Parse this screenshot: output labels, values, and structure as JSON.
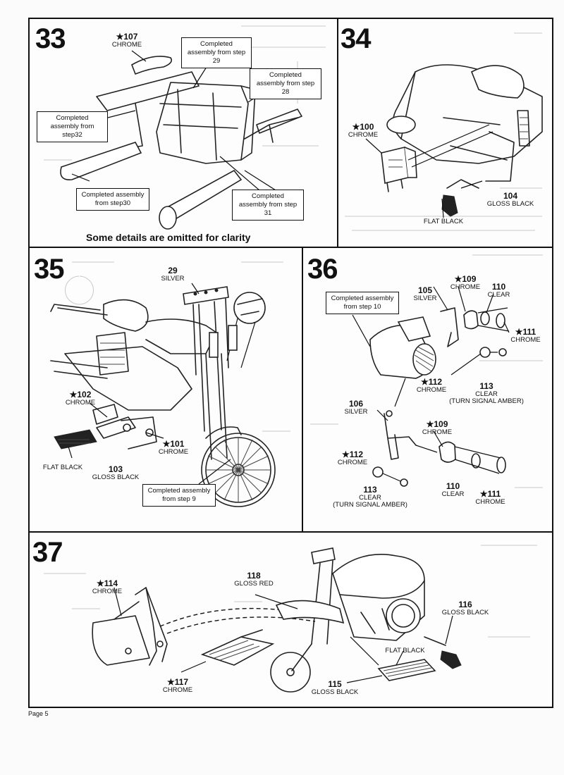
{
  "page": {
    "footer": "Page 5"
  },
  "steps": {
    "s33": {
      "number": "33",
      "callouts": {
        "a": "Completed assembly from step 29",
        "b": "Completed assembly from step 28",
        "c": "Completed assembly from step32",
        "d": "Completed assembly from step30",
        "e": "Completed assembly from step 31"
      },
      "parts": [
        {
          "num": "★107",
          "finish": "CHROME"
        }
      ],
      "note": "Some details are omitted for clarity"
    },
    "s34": {
      "number": "34",
      "parts": [
        {
          "num": "★100",
          "finish": "CHROME"
        },
        {
          "num": "104",
          "finish": "GLOSS BLACK"
        },
        {
          "num": "",
          "finish": "FLAT BLACK"
        }
      ]
    },
    "s35": {
      "number": "35",
      "parts": [
        {
          "num": "29",
          "finish": "SILVER"
        },
        {
          "num": "★102",
          "finish": "CHROME"
        },
        {
          "num": "★101",
          "finish": "CHROME"
        },
        {
          "num": "",
          "finish": "FLAT BLACK"
        },
        {
          "num": "103",
          "finish": "GLOSS BLACK"
        }
      ],
      "callouts": {
        "a": "Completed assembly from step 9"
      }
    },
    "s36": {
      "number": "36",
      "callouts": {
        "a": "Completed assembly from step 10"
      },
      "parts": [
        {
          "num": "105",
          "finish": "SILVER"
        },
        {
          "num": "★109",
          "finish": "CHROME"
        },
        {
          "num": "110",
          "finish": "CLEAR"
        },
        {
          "num": "★111",
          "finish": "CHROME"
        },
        {
          "num": "★112",
          "finish": "CHROME"
        },
        {
          "num": "113",
          "finish": "CLEAR",
          "extra": "(TURN SIGNAL AMBER)"
        },
        {
          "num": "106",
          "finish": "SILVER"
        },
        {
          "num": "★109",
          "finish": "CHROME"
        },
        {
          "num": "★112",
          "finish": "CHROME"
        },
        {
          "num": "113",
          "finish": "CLEAR",
          "extra": "(TURN SIGNAL AMBER)"
        },
        {
          "num": "110",
          "finish": "CLEAR"
        },
        {
          "num": "★111",
          "finish": "CHROME"
        }
      ]
    },
    "s37": {
      "number": "37",
      "parts": [
        {
          "num": "★114",
          "finish": "CHROME"
        },
        {
          "num": "118",
          "finish": "GLOSS RED"
        },
        {
          "num": "116",
          "finish": "GLOSS BLACK"
        },
        {
          "num": "",
          "finish": "FLAT BLACK"
        },
        {
          "num": "★117",
          "finish": "CHROME"
        },
        {
          "num": "115",
          "finish": "GLOSS BLACK"
        }
      ]
    }
  }
}
